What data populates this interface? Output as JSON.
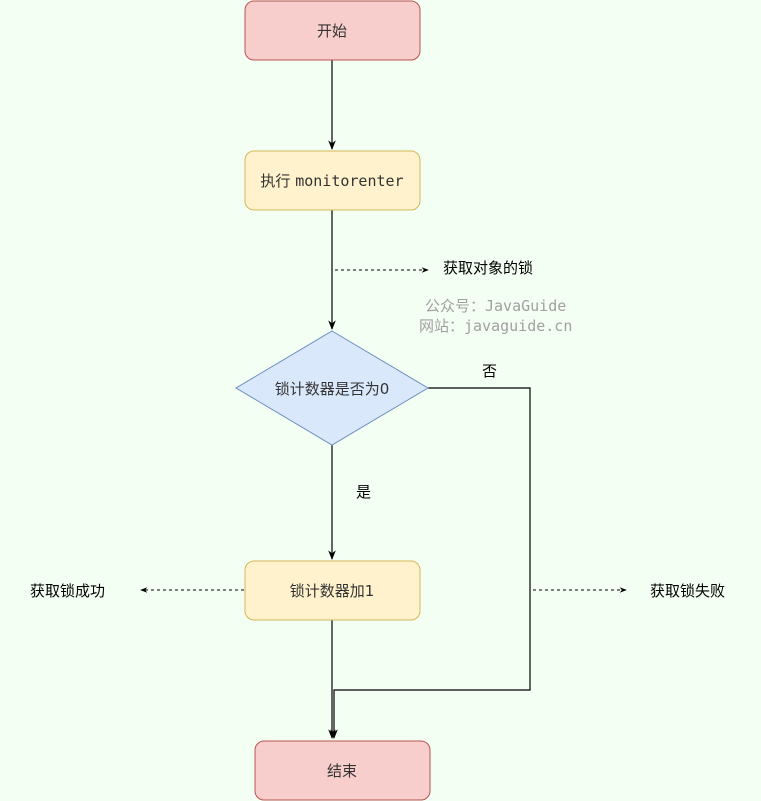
{
  "colors": {
    "background": "#f4fff4",
    "terminal_fill": "#f8cecc",
    "terminal_stroke": "#b85450",
    "process_fill": "#fff2cc",
    "process_stroke": "#d6b656",
    "decision_fill": "#dae8fc",
    "decision_stroke": "#6c8ebf",
    "edge": "#000000",
    "watermark": "#a0a0a0"
  },
  "nodes": {
    "start": "开始",
    "monitorenter_prefix": "执行 ",
    "monitorenter_code": "monitorenter",
    "decision": "锁计数器是否为0",
    "increment": "锁计数器加1",
    "end": "结束"
  },
  "annotations": {
    "acquire_lock": "获取对象的锁",
    "acquire_success": "获取锁成功",
    "acquire_fail": "获取锁失败"
  },
  "edge_labels": {
    "yes": "是",
    "no": "否"
  },
  "watermark": {
    "line1": "公众号：JavaGuide",
    "line2": "网站：javaguide.cn"
  }
}
